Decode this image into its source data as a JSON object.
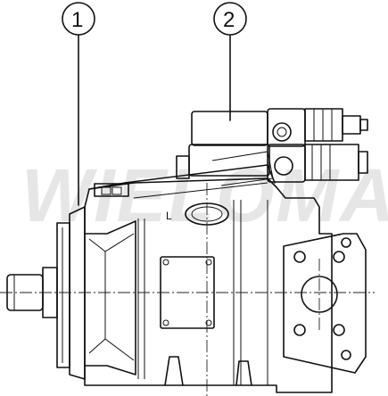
{
  "watermark": {
    "text": "WIELOMA"
  },
  "callouts": [
    {
      "id": "1",
      "label": "1"
    },
    {
      "id": "2",
      "label": "2"
    }
  ],
  "labels": {
    "port_l": "L"
  },
  "colors": {
    "line": "#111111",
    "background": "#ffffff",
    "watermark": "#e6e6e6"
  }
}
